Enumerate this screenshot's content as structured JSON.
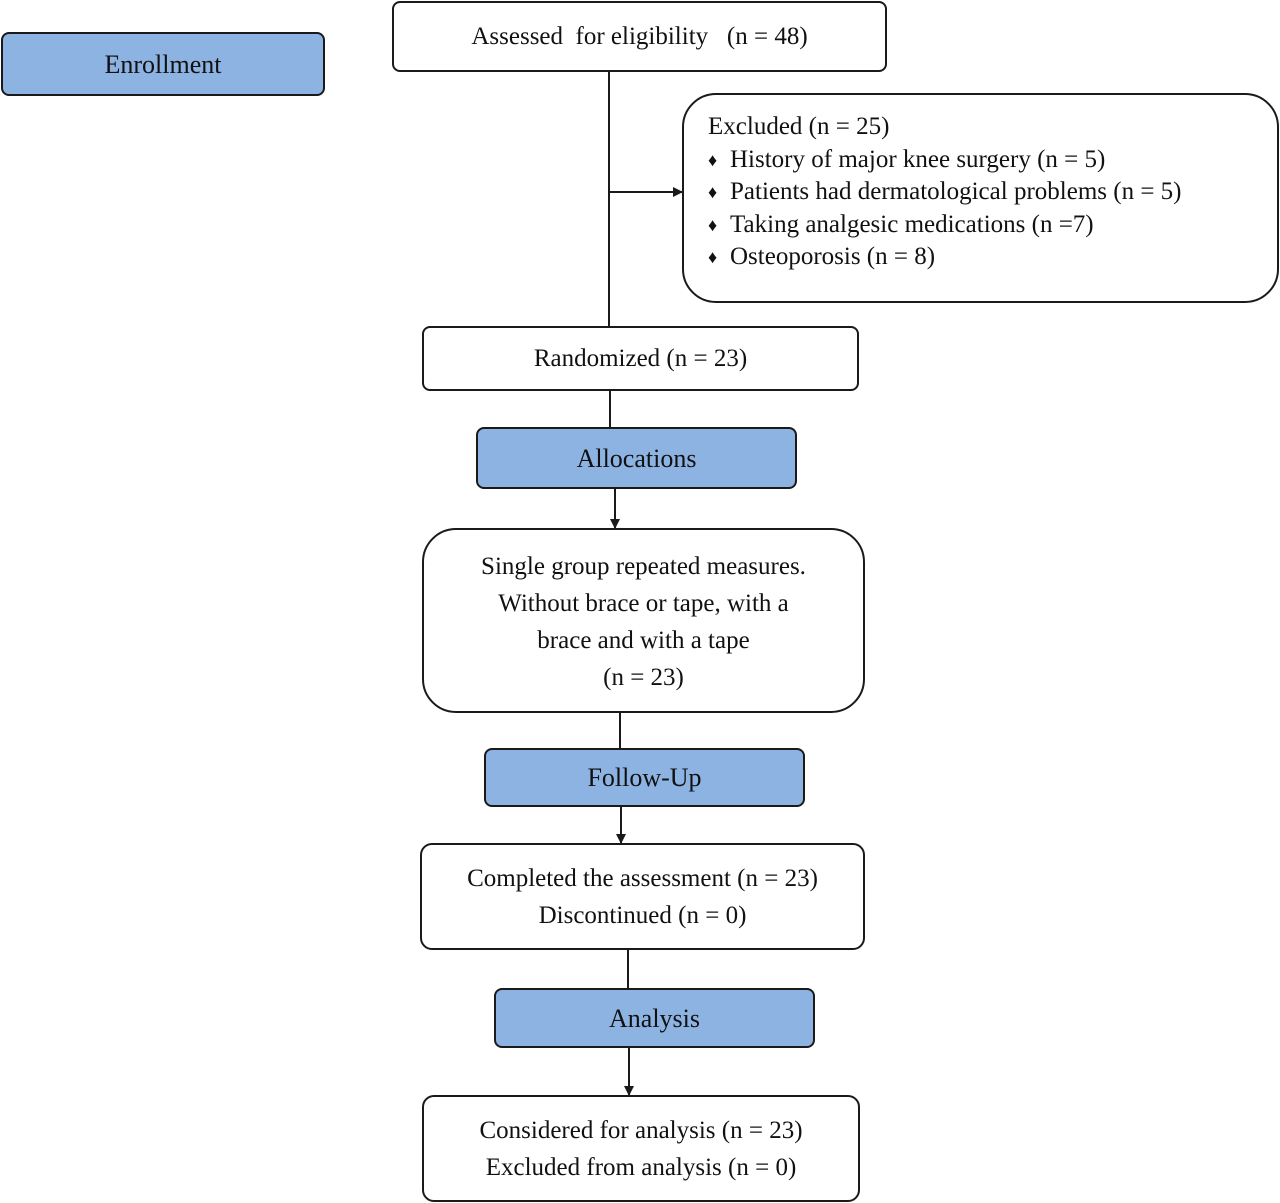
{
  "stages": {
    "enrollment": "Enrollment",
    "allocations": "Allocations",
    "follow_up": "Follow-Up",
    "analysis": "Analysis"
  },
  "assessed": {
    "text": "Assessed  for eligibility   (n = 48)"
  },
  "excluded": {
    "heading": "Excluded (n = 25)",
    "bullet_glyph": "♦",
    "reasons": [
      "History of major knee surgery (n = 5)",
      "Patients had dermatological problems (n = 5)",
      "Taking analgesic medications (n =7)",
      "Osteoporosis (n = 8)"
    ]
  },
  "randomized": {
    "text": "Randomized (n = 23)"
  },
  "allocation_group": {
    "lines": [
      "Single group repeated measures.",
      "Without brace or tape, with a",
      "brace and with a tape",
      "(n = 23)"
    ]
  },
  "follow_up_box": {
    "lines": [
      "Completed the assessment (n = 23)",
      "Discontinued (n = 0)"
    ]
  },
  "analysis_box": {
    "lines": [
      "Considered for analysis (n = 23)",
      "Excluded from analysis (n = 0)"
    ]
  },
  "colors": {
    "stage_fill": "#8db3e2",
    "border": "#1a1a1a",
    "background": "#ffffff"
  }
}
